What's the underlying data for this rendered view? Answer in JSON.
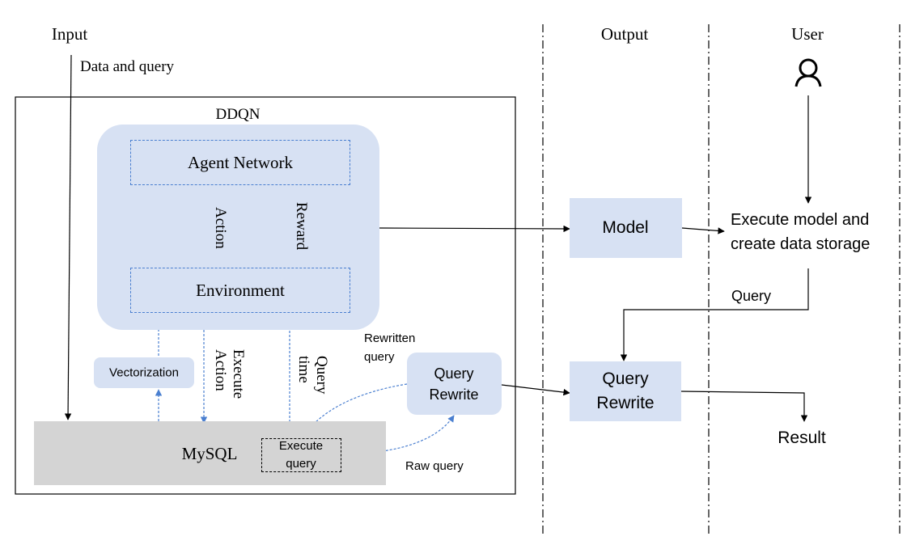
{
  "labels": {
    "input": "Input",
    "data_and_query": "Data and query",
    "ddqn": "DDQN",
    "agent_network": "Agent Network",
    "environment": "Environment",
    "action": "Action",
    "reward": "Reward",
    "vectorization": "Vectorization",
    "execute_action": "Execute Action",
    "query_time": "Query time",
    "rewritten_query": "Rewritten query",
    "query_rewrite_inner": "Query Rewrite",
    "mysql": "MySQL",
    "execute_query": "Execute query",
    "raw_query": "Raw query",
    "output": "Output",
    "model": "Model",
    "query_rewrite_output": "Query Rewrite",
    "user": "User",
    "execute_model": "Execute model and create data storage",
    "query": "Query",
    "result": "Result"
  },
  "colors": {
    "box_fill": "#d7e1f3",
    "mysql_fill": "#d4d4d4",
    "dashed_blue": "#4a7fd0",
    "line": "#000000"
  },
  "icons": {
    "user": "user-icon"
  }
}
